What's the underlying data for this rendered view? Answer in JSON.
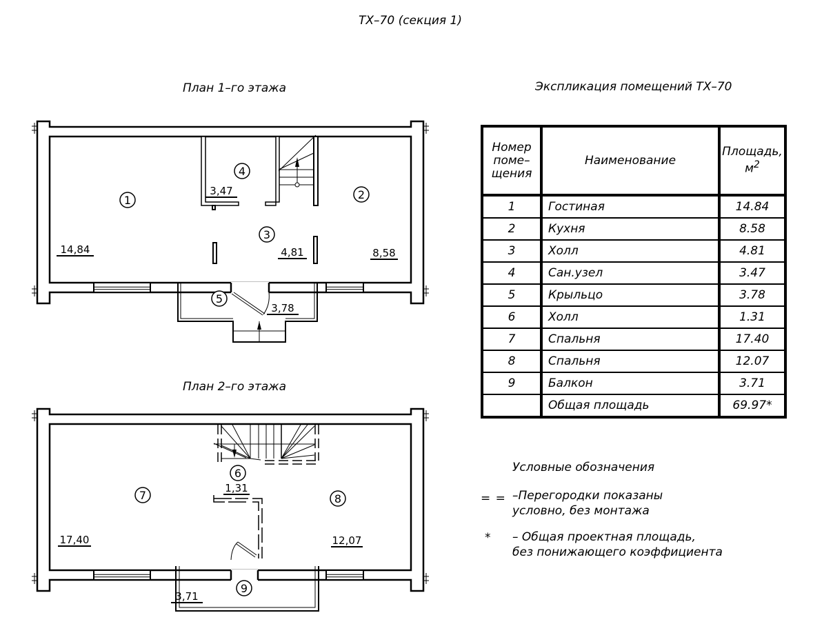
{
  "title": "ТХ–70 (секция 1)",
  "plan1": {
    "title": "План 1–го этажа",
    "rooms": [
      {
        "num": "1",
        "area": "14,84"
      },
      {
        "num": "2",
        "area": "8,58"
      },
      {
        "num": "3",
        "area": "4,81"
      },
      {
        "num": "4",
        "area": "3,47"
      },
      {
        "num": "5",
        "area": "3,78"
      }
    ]
  },
  "plan2": {
    "title": "План 2–го этажа",
    "rooms": [
      {
        "num": "6",
        "area": "1,31"
      },
      {
        "num": "7",
        "area": "17,40"
      },
      {
        "num": "8",
        "area": "12,07"
      },
      {
        "num": "9",
        "area": "3,71"
      }
    ]
  },
  "explication": {
    "title": "Экспликация помещений ТХ–70",
    "headers": {
      "number": [
        "Номер",
        "поме–",
        "щения"
      ],
      "name": "Наименование",
      "area": "Площадь,",
      "area_unit": "м",
      "area_unit_sup": "2"
    },
    "rows": [
      {
        "num": "1",
        "name": "Гостиная",
        "area": "14.84"
      },
      {
        "num": "2",
        "name": "Кухня",
        "area": "8.58"
      },
      {
        "num": "3",
        "name": "Холл",
        "area": "4.81"
      },
      {
        "num": "4",
        "name": "Сан.узел",
        "area": "3.47"
      },
      {
        "num": "5",
        "name": "Крыльцо",
        "area": "3.78"
      },
      {
        "num": "6",
        "name": "Холл",
        "area": "1.31"
      },
      {
        "num": "7",
        "name": "Спальня",
        "area": "17.40"
      },
      {
        "num": "8",
        "name": "Спальня",
        "area": "12.07"
      },
      {
        "num": "9",
        "name": "Балкон",
        "area": "3.71"
      },
      {
        "num": "",
        "name": "Общая площадь",
        "area": "69.97*"
      }
    ]
  },
  "legend": {
    "title": "Условные обозначения",
    "items": [
      {
        "symbol": "= =",
        "lines": [
          "–Перегородки показаны",
          "условно, без монтажа"
        ]
      },
      {
        "symbol": "*",
        "lines": [
          "– Общая проектная площадь,",
          "без понижающего коэффициента"
        ]
      }
    ]
  }
}
